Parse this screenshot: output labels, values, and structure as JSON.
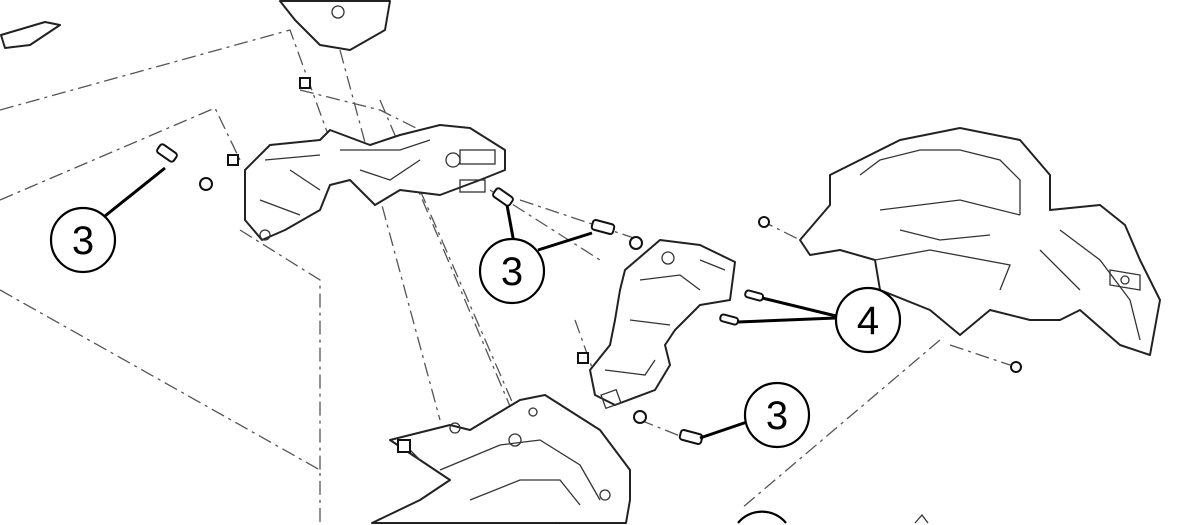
{
  "diagram": {
    "type": "exploded-parts-view",
    "callouts": [
      {
        "id": "callout-a",
        "label": "3"
      },
      {
        "id": "callout-b",
        "label": "3"
      },
      {
        "id": "callout-c",
        "label": "4"
      },
      {
        "id": "callout-d",
        "label": "3"
      }
    ]
  }
}
